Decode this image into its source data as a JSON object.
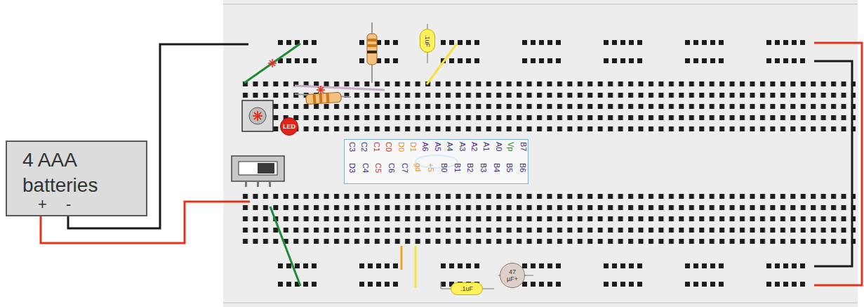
{
  "diagram": {
    "nodes": [
      {
        "text": [
          ".1uF"
        ]
      },
      {
        "text": [
          "LED"
        ]
      },
      {
        "text": [
          "4 AAA batteries",
          "+",
          "-"
        ]
      },
      {
        "text": [
          "C3",
          "C2",
          "C1",
          "C0",
          "D0",
          "D1",
          "A6",
          "A5",
          "A4",
          "A3",
          "A2",
          "A1",
          "A0",
          "Vp",
          "B7",
          "D3",
          "C4",
          "C5",
          "C6",
          "C7",
          "gd",
          "+5",
          "B0",
          "B1",
          "B2",
          "B3",
          "B4",
          "B5",
          "B6"
        ]
      },
      {
        "text": [
          ".1uF"
        ]
      },
      {
        "text": [
          "47 µF+"
        ]
      }
    ]
  }
}
